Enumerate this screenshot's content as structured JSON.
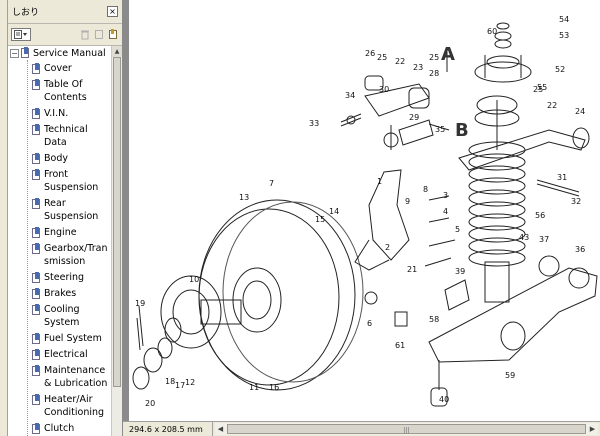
{
  "bookmarks_panel": {
    "title": "しおり",
    "close_glyph": "×",
    "root": {
      "label": "Service Manual"
    },
    "items": [
      {
        "label": "Cover"
      },
      {
        "label": "Table Of Contents"
      },
      {
        "label": "V.I.N."
      },
      {
        "label": "Technical Data"
      },
      {
        "label": "Body"
      },
      {
        "label": "Front Suspension"
      },
      {
        "label": "Rear Suspension"
      },
      {
        "label": "Engine"
      },
      {
        "label": "Gearbox/Transmission"
      },
      {
        "label": "Steering"
      },
      {
        "label": "Brakes"
      },
      {
        "label": "Cooling System"
      },
      {
        "label": "Fuel System"
      },
      {
        "label": "Electrical"
      },
      {
        "label": "Maintenance & Lubrication"
      },
      {
        "label": "Heater/Air Conditioning"
      },
      {
        "label": "Clutch"
      }
    ]
  },
  "document": {
    "page_size": "294.6 x 208.5 mm",
    "diagram_callouts": [
      "1",
      "2",
      "3",
      "4",
      "5",
      "6",
      "7",
      "8",
      "9",
      "10",
      "11",
      "12",
      "13",
      "14",
      "15",
      "16",
      "17",
      "18",
      "19",
      "20",
      "21",
      "22",
      "22",
      "23",
      "24",
      "25",
      "25",
      "25",
      "26",
      "28",
      "29",
      "30",
      "31",
      "32",
      "33",
      "34",
      "35",
      "36",
      "37",
      "39",
      "40",
      "43",
      "52",
      "53",
      "54",
      "55",
      "56",
      "58",
      "59",
      "60",
      "61"
    ],
    "section_letters": [
      "A",
      "B"
    ]
  },
  "colors": {
    "panel_bg": "#f4f4f0",
    "chrome_bg": "#ece9d8",
    "doc_bg": "#8a8a8a",
    "bookmark_icon": "#4a6ab0"
  }
}
